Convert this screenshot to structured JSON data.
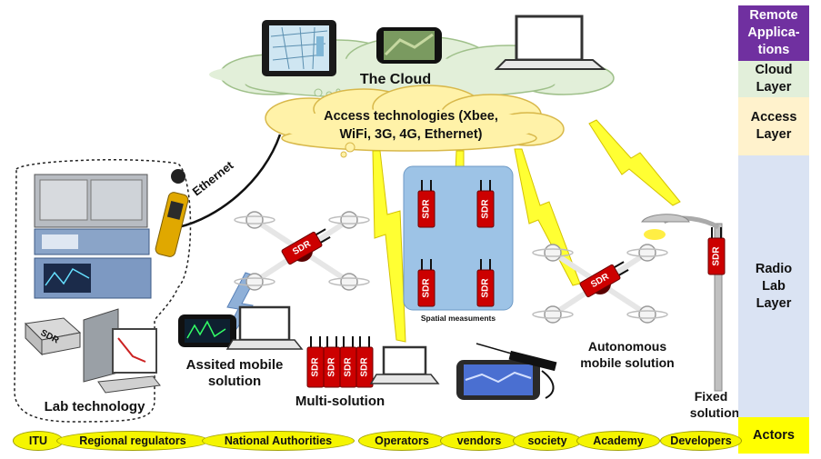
{
  "cloud_label": "The Cloud",
  "access_label": [
    "Access technologies (Xbee,",
    "WiFi, 3G, 4G, Ethernet)"
  ],
  "ethernet_label": "Ethernet",
  "sdr_label": "SDR",
  "spatial_label": "Spatial measuments",
  "lab_label": "Lab technology",
  "assisted_label": [
    "Assited mobile",
    "solution"
  ],
  "multi_label": "Multi-solution",
  "autonomous_label": [
    "Autonomous",
    "mobile solution"
  ],
  "fixed_label": [
    "Fixed",
    "solution"
  ],
  "layers": [
    {
      "label": "Remote\nApplica-\ntions",
      "color": "#7030a0",
      "text_color": "#ffffff"
    },
    {
      "label": "Cloud\nLayer",
      "color": "#e2efda",
      "text_color": "#111111"
    },
    {
      "label": "Access\nLayer",
      "color": "#fff2cc",
      "text_color": "#111111"
    },
    {
      "label": "Radio\nLab\nLayer",
      "color": "#dae3f3",
      "text_color": "#111111"
    },
    {
      "label": "Actors",
      "color": "#ffff00",
      "text_color": "#111111"
    }
  ],
  "actors": [
    "ITU",
    "Regional regulators",
    "National Authorities",
    "Operators",
    "vendors",
    "society",
    "Academy",
    "Developers"
  ],
  "colors": {
    "cloud": "#e2efd9",
    "access_cloud": "#fff2a8",
    "lightning": "#ffff33",
    "sdr_red": "#cc0000",
    "spatial_panel": "#9dc3e6"
  }
}
